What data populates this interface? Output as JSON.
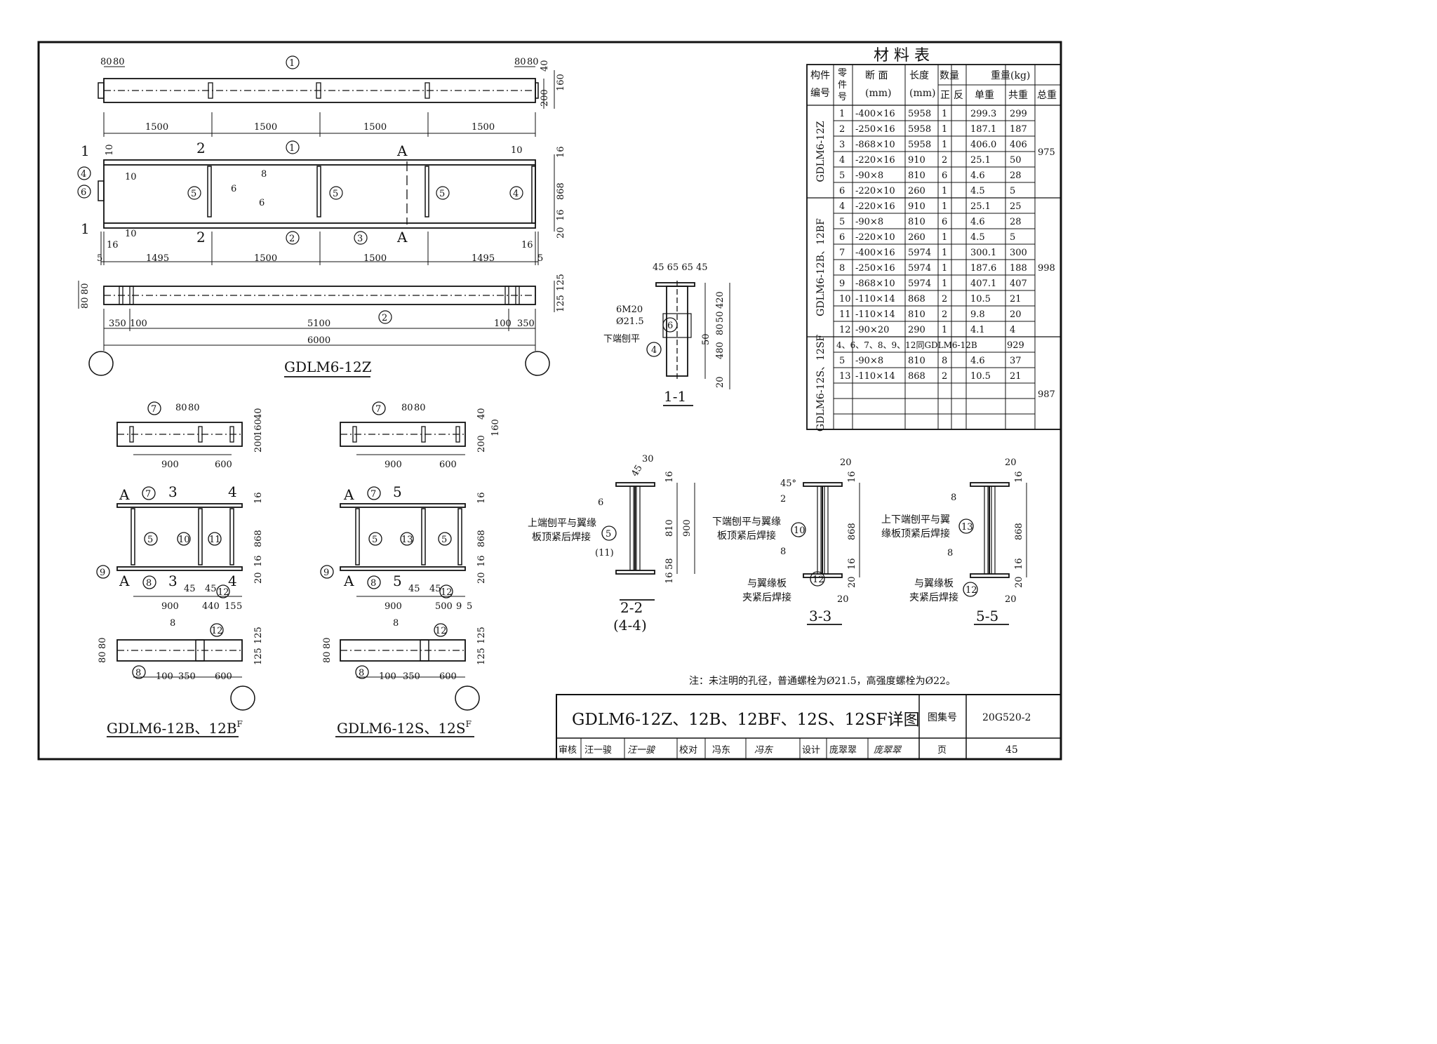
{
  "main_view": {
    "title": "GDLM6-12Z",
    "parts": [
      "1",
      "2",
      "3",
      "4",
      "5",
      "6"
    ],
    "top_dims": [
      "80",
      "80",
      "80",
      "80",
      "40",
      "160",
      "200"
    ],
    "spans_top": [
      "1500",
      "1500",
      "1500",
      "1500"
    ],
    "spans_bottom": [
      "5",
      "1495",
      "1500",
      "1500",
      "1495",
      "5"
    ],
    "bottom_dims": [
      "350",
      "100",
      "5100",
      "100",
      "350"
    ],
    "total": "6000",
    "web_height": "868",
    "flange_t": "16",
    "gap": "20",
    "bottom_right": [
      "125",
      "125"
    ],
    "bottom_left": [
      "80",
      "80"
    ],
    "weld_labels": [
      "10",
      "10",
      "8",
      "6",
      "6",
      "10",
      "16",
      "16",
      "10"
    ],
    "section_marks": [
      "1",
      "1",
      "2",
      "2",
      "A",
      "A"
    ]
  },
  "section_1_1": {
    "title": "1-1",
    "top_dims": "45 65 65 45",
    "bolts": "6M20",
    "hole": "Ø21.5",
    "note": "下端刨平",
    "dims": [
      "420",
      "50",
      "80",
      "50",
      "480",
      "20"
    ],
    "parts": [
      "6",
      "4"
    ]
  },
  "view_b": {
    "title": "GDLM6-12B、12B",
    "title_sup": "F",
    "parts": [
      "7",
      "9",
      "5",
      "10",
      "11",
      "8",
      "12"
    ],
    "dims_top": [
      "80",
      "80",
      "40",
      "160",
      "200",
      "900",
      "600"
    ],
    "dims_mid": [
      "16",
      "868",
      "16",
      "20",
      "45",
      "45",
      "900",
      "440",
      "15",
      "5"
    ],
    "dims_bot": [
      "8",
      "80",
      "80",
      "100",
      "350",
      "600",
      "125",
      "125"
    ],
    "marks": [
      "A",
      "A",
      "3",
      "3",
      "4",
      "4"
    ]
  },
  "view_s": {
    "title": "GDLM6-12S、12S",
    "title_sup": "F",
    "parts": [
      "7",
      "9",
      "5",
      "13",
      "5",
      "8",
      "12"
    ],
    "dims_top": [
      "80",
      "80",
      "40",
      "160",
      "200",
      "900",
      "600"
    ],
    "dims_mid": [
      "16",
      "868",
      "16",
      "20",
      "45",
      "45",
      "900",
      "500",
      "9",
      "5"
    ],
    "dims_bot": [
      "8",
      "80",
      "80",
      "100",
      "350",
      "600",
      "125",
      "125"
    ],
    "marks": [
      "A",
      "A",
      "5",
      "5"
    ]
  },
  "section_2_2": {
    "title": "2-2",
    "subtitle": "(4-4)",
    "note_line1": "上端刨平与翼缘",
    "note_line2": "板顶紧后焊接",
    "part": "5",
    "part_alt": "(11)",
    "dims": [
      "30",
      "45",
      "16",
      "810",
      "900",
      "58",
      "16"
    ],
    "weld": "6"
  },
  "section_3_3": {
    "title": "3-3",
    "angle": "45°",
    "weld_top": "2",
    "note_top_1": "下端刨平与翼缘",
    "note_top_2": "板顶紧后焊接",
    "note_bot_1": "与翼缘板",
    "note_bot_2": "夹紧后焊接",
    "parts": [
      "10",
      "12"
    ],
    "dims": [
      "20",
      "16",
      "868",
      "16",
      "20",
      "20",
      "8"
    ]
  },
  "section_5_5": {
    "title": "5-5",
    "note_top_1": "上下端刨平与翼",
    "note_top_2": "缘板顶紧后焊接",
    "note_bot_1": "与翼缘板",
    "note_bot_2": "夹紧后焊接",
    "parts": [
      "13",
      "12"
    ],
    "dims": [
      "20",
      "16",
      "868",
      "16",
      "20",
      "20",
      "8",
      "8"
    ]
  },
  "material_table": {
    "title": "材  料  表",
    "headers": {
      "member": "构件编号",
      "part": "零件号",
      "section": "断 面",
      "section_unit": "(mm)",
      "length": "长度",
      "length_unit": "(mm)",
      "qty": "数量",
      "qty_pos": "正",
      "qty_neg": "反",
      "weight": "重量(kg)",
      "unit_w": "单重",
      "sum_w": "共重",
      "total_w": "总重"
    },
    "groups": [
      {
        "member": "GDLM6-12Z",
        "total": "975",
        "rows": [
          [
            "1",
            "-400×16",
            "5958",
            "1",
            "",
            "299.3",
            "299"
          ],
          [
            "2",
            "-250×16",
            "5958",
            "1",
            "",
            "187.1",
            "187"
          ],
          [
            "3",
            "-868×10",
            "5958",
            "1",
            "",
            "406.0",
            "406"
          ],
          [
            "4",
            "-220×16",
            "910",
            "2",
            "",
            "25.1",
            "50"
          ],
          [
            "5",
            "-90×8",
            "810",
            "6",
            "",
            "4.6",
            "28"
          ],
          [
            "6",
            "-220×10",
            "260",
            "1",
            "",
            "4.5",
            "5"
          ]
        ]
      },
      {
        "member": "GDLM6-12B、12BF",
        "total": "998",
        "rows": [
          [
            "4",
            "-220×16",
            "910",
            "1",
            "",
            "25.1",
            "25"
          ],
          [
            "5",
            "-90×8",
            "810",
            "6",
            "",
            "4.6",
            "28"
          ],
          [
            "6",
            "-220×10",
            "260",
            "1",
            "",
            "4.5",
            "5"
          ],
          [
            "7",
            "-400×16",
            "5974",
            "1",
            "",
            "300.1",
            "300"
          ],
          [
            "8",
            "-250×16",
            "5974",
            "1",
            "",
            "187.6",
            "188"
          ],
          [
            "9",
            "-868×10",
            "5974",
            "1",
            "",
            "407.1",
            "407"
          ],
          [
            "10",
            "-110×14",
            "868",
            "2",
            "",
            "10.5",
            "21"
          ],
          [
            "11",
            "-110×14",
            "810",
            "2",
            "",
            "9.8",
            "20"
          ],
          [
            "12",
            "-90×20",
            "290",
            "1",
            "",
            "4.1",
            "4"
          ]
        ]
      },
      {
        "member": "GDLM6-12S、12SF",
        "total": "987",
        "span_row": "4、6、7、8、9、12同GDLM6-12B",
        "span_value": "929",
        "rows": [
          [
            "5",
            "-90×8",
            "810",
            "8",
            "",
            "4.6",
            "37"
          ],
          [
            "13",
            "-110×14",
            "868",
            "2",
            "",
            "10.5",
            "21"
          ],
          [
            "",
            "",
            "",
            "",
            "",
            "",
            ""
          ],
          [
            "",
            "",
            "",
            "",
            "",
            "",
            ""
          ],
          [
            "",
            "",
            "",
            "",
            "",
            "",
            ""
          ]
        ]
      }
    ]
  },
  "note": "注：未注明的孔径，普通螺栓为Ø21.5，高强度螺栓为Ø22。",
  "title_block": {
    "drawing_title": "GDLM6-12Z、12B、12BF、12S、12SF详图",
    "atlas_label": "图集号",
    "atlas_no": "20G520-2",
    "review_label": "审核",
    "reviewer": "汪一骏",
    "reviewer_sign": "汪一骏",
    "check_label": "校对",
    "checker": "冯东",
    "checker_sign": "冯东",
    "design_label": "设计",
    "designer": "庞翠翠",
    "designer_sign": "庞翠翠",
    "page_label": "页",
    "page_no": "45"
  }
}
